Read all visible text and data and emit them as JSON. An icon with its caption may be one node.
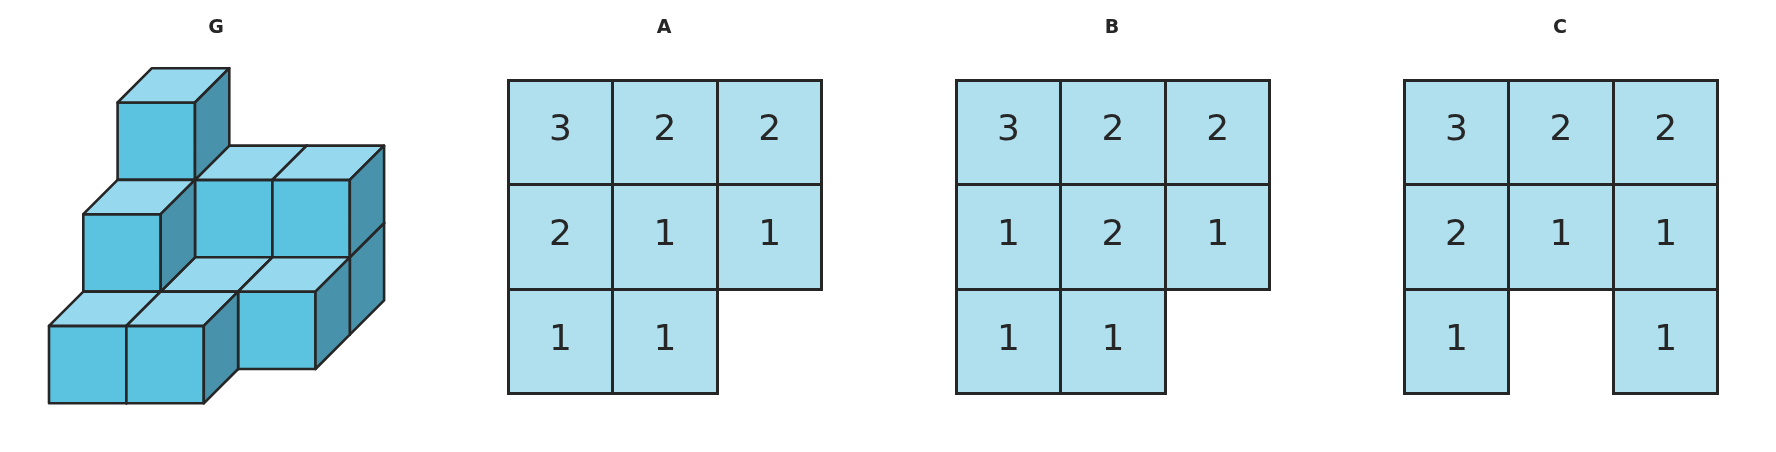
{
  "diagram": {
    "nodes": [
      {
        "text": [
          "3"
        ]
      },
      {
        "text": [
          "2"
        ]
      },
      {
        "text": [
          "2"
        ]
      },
      {
        "text": [
          "2"
        ]
      },
      {
        "text": [
          "1"
        ]
      },
      {
        "text": [
          "1"
        ]
      },
      {
        "text": [
          "1"
        ]
      },
      {
        "text": [
          "1"
        ]
      },
      {
        "text": [
          "3"
        ]
      },
      {
        "text": [
          "2"
        ]
      },
      {
        "text": [
          "2"
        ]
      },
      {
        "text": [
          "1"
        ]
      },
      {
        "text": [
          "2"
        ]
      },
      {
        "text": [
          "1"
        ]
      },
      {
        "text": [
          "1"
        ]
      },
      {
        "text": [
          "1"
        ]
      },
      {
        "text": [
          "3"
        ]
      },
      {
        "text": [
          "2"
        ]
      },
      {
        "text": [
          "2"
        ]
      },
      {
        "text": [
          "2"
        ]
      },
      {
        "text": [
          "1"
        ]
      },
      {
        "text": [
          "1"
        ]
      },
      {
        "text": [
          "1"
        ]
      },
      {
        "text": [
          "1"
        ]
      }
    ],
    "labels": [
      "G",
      "A",
      "B",
      "C"
    ]
  }
}
